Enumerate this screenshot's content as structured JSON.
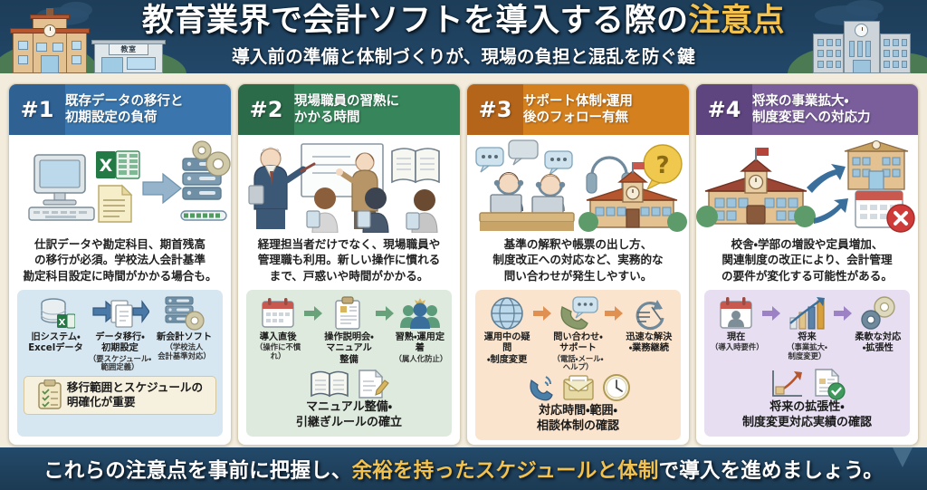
{
  "header": {
    "title_main": "教育業界で会計ソフトを導入する際の",
    "title_highlight": "注意点",
    "subtitle": "導入前の準備と体制づくりが、現場の負担と混乱を防ぐ鍵",
    "building_sign": "教室",
    "colors": {
      "background": "#20435f",
      "title_text": "#ffffff",
      "highlight": "#f2c14e",
      "page_background": "#f3ecdc"
    }
  },
  "cards": [
    {
      "number": "#1",
      "title": "既存データの移行と\n初期設定の負荷",
      "accent": "#3a76ad",
      "accent_dark": "#2f6193",
      "panel_color": "#d7e7f1",
      "description": "仕訳データや勘定科目、期首残高\nの移行が必須。学校法人会計基準\n勘定科目設定に時間がかかる場合も。",
      "flow": [
        {
          "label": "旧システム・\nExcelデータ",
          "sub": "",
          "icon": "database-excel-icon"
        },
        {
          "label": "データ移行・\n初期設定",
          "sub": "（要スケジュール・\n範囲定義）",
          "icon": "document-transfer-icon"
        },
        {
          "label": "新会計ソフト",
          "sub": "（学校法人\n会計基準対応）",
          "icon": "server-gear-icon"
        }
      ],
      "conclusion": "移行範囲とスケジュールの\n明確化が重要",
      "conclusion_icon": "clipboard-check-icon"
    },
    {
      "number": "#2",
      "title": "現場職員の習熟に\nかかる時間",
      "accent": "#37855b",
      "accent_dark": "#2c6b4a",
      "panel_color": "#dfeade",
      "description": "経理担当者だけでなく、現場職員や\n管理職も利用。新しい操作に慣れる\nまで、戸惑いや時間がかかる。",
      "flow": [
        {
          "label": "導入直後",
          "sub": "（操作に不慣れ）",
          "icon": "calendar-icon"
        },
        {
          "label": "操作説明会・\nマニュアル整備",
          "sub": "",
          "icon": "clipboard-icon"
        },
        {
          "label": "習熟・運用定着",
          "sub": "（属人化防止）",
          "icon": "people-group-icon"
        }
      ],
      "conclusion": "マニュアル整備・\n引継ぎルールの確立",
      "conclusion_icon": "book-pencil-icon"
    },
    {
      "number": "#3",
      "title": "サポート体制・運用\n後のフォロー有無",
      "accent": "#d4801f",
      "accent_dark": "#b5651a",
      "panel_color": "#fbe4cd",
      "description": "基準の解釈や帳票の出し方、\n制度改正への対応など、実務的な\n問い合わせが発生しやすい。",
      "flow": [
        {
          "label": "運用中の疑問\n・制度変更",
          "sub": "",
          "icon": "globe-icon"
        },
        {
          "label": "問い合わせ・\nサポート",
          "sub": "（電話・メール・ヘルプ）",
          "icon": "phone-chat-icon"
        },
        {
          "label": "迅速な解決\n・業務継続",
          "sub": "",
          "icon": "clock-refresh-icon"
        }
      ],
      "conclusion": "対応時間・範囲・\n相談体制の確認",
      "conclusion_icon": "phone-mail-clock-icon"
    },
    {
      "number": "#4",
      "title": "将来の事業拡大・\n制度変更への対応力",
      "accent": "#7a5e9c",
      "accent_dark": "#5f4580",
      "panel_color": "#e7dff1",
      "description": "校舎・学部の増設や定員増加、\n関連制度の改正により、会計管理\nの要件が変化する可能性がある。",
      "flow": [
        {
          "label": "現在",
          "sub": "（導入時要件）",
          "icon": "calendar-person-icon"
        },
        {
          "label": "将来",
          "sub": "（事業拡大・\n制度変更）",
          "icon": "growth-chart-icon"
        },
        {
          "label": "柔軟な対応\n・拡張性",
          "sub": "",
          "icon": "gears-icon"
        }
      ],
      "conclusion": "将来の拡張性・\n制度変更対応実績の確認",
      "conclusion_icon": "chart-check-icon"
    }
  ],
  "footer": {
    "text_before": "これらの注意点を事前に把握し、",
    "text_highlight": "余裕を持ったスケジュールと体制",
    "text_after": "で導入を進めましょう。",
    "background": "#20435f",
    "highlight_color": "#f2c14e"
  }
}
